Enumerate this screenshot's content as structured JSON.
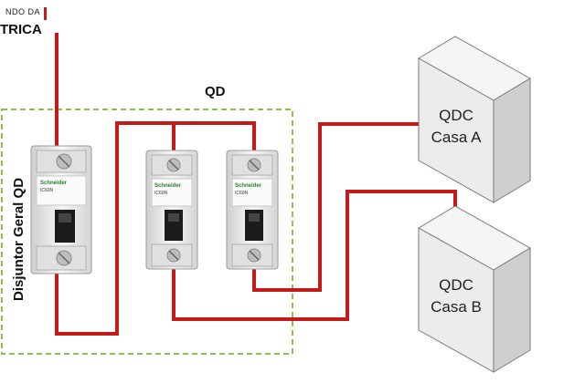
{
  "logo": {
    "line1": "NDO DA",
    "line2": "TRICA"
  },
  "panel": {
    "title": "QD"
  },
  "main_breaker": {
    "label": "Disjuntor Geral QD"
  },
  "breakers": {
    "brand": "Schneider",
    "model": "IC60N"
  },
  "boxes": [
    {
      "line1": "QDC",
      "line2": "Casa A"
    },
    {
      "line1": "QDC",
      "line2": "Casa B"
    }
  ],
  "colors": {
    "wire": "#c41a1a",
    "panel_border": "#8bc34a",
    "box_face": "#ececec"
  }
}
